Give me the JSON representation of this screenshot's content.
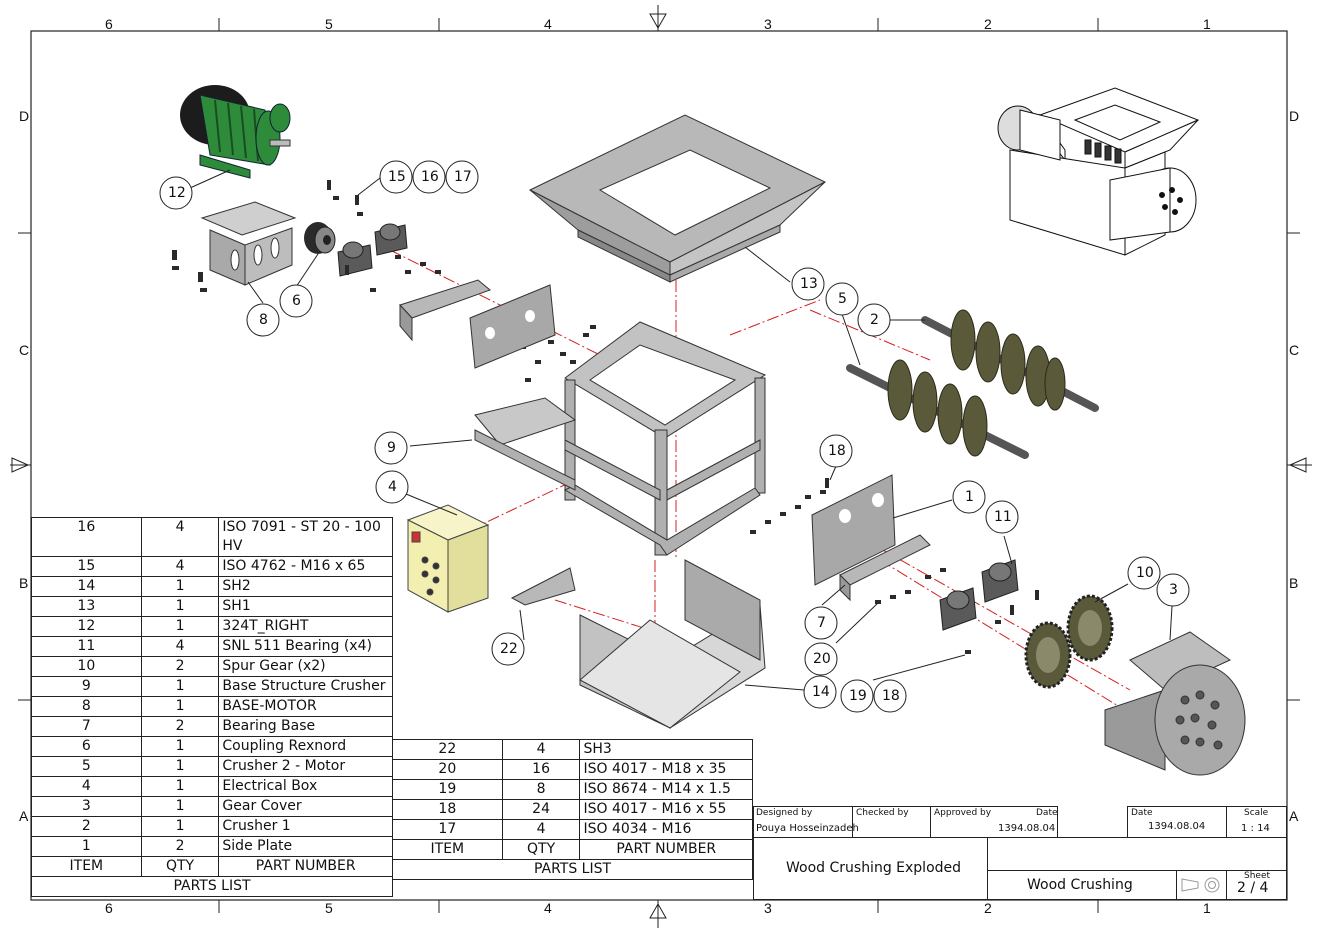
{
  "zones": {
    "columns": [
      "6",
      "5",
      "4",
      "3",
      "2",
      "1"
    ],
    "rows": [
      "D",
      "C",
      "B",
      "A"
    ]
  },
  "balloons": {
    "b12": "12",
    "b15": "15",
    "b16": "16",
    "b17": "17",
    "b8": "8",
    "b6": "6",
    "b13": "13",
    "b5": "5",
    "b2": "2",
    "b9": "9",
    "b4": "4",
    "b18a": "18",
    "b1": "1",
    "b11": "11",
    "b10": "10",
    "b3": "3",
    "b7": "7",
    "b20": "20",
    "b22": "22",
    "b14": "14",
    "b19": "19",
    "b18b": "18"
  },
  "parts_list_left": {
    "rows": [
      {
        "item": "16",
        "qty": "4",
        "part": "ISO 7091 - ST 20 - 100",
        "part2": "HV"
      },
      {
        "item": "15",
        "qty": "4",
        "part": "ISO 4762 - M16 x 65"
      },
      {
        "item": "14",
        "qty": "1",
        "part": "SH2"
      },
      {
        "item": "13",
        "qty": "1",
        "part": "SH1"
      },
      {
        "item": "12",
        "qty": "1",
        "part": "324T_RIGHT"
      },
      {
        "item": "11",
        "qty": "4",
        "part": "SNL 511 Bearing (x4)"
      },
      {
        "item": "10",
        "qty": "2",
        "part": "Spur Gear (x2)"
      },
      {
        "item": "9",
        "qty": "1",
        "part": "Base Structure Crusher"
      },
      {
        "item": "8",
        "qty": "1",
        "part": "BASE-MOTOR"
      },
      {
        "item": "7",
        "qty": "2",
        "part": "Bearing Base"
      },
      {
        "item": "6",
        "qty": "1",
        "part": "Coupling Rexnord"
      },
      {
        "item": "5",
        "qty": "1",
        "part": "Crusher 2 - Motor"
      },
      {
        "item": "4",
        "qty": "1",
        "part": "Electrical Box"
      },
      {
        "item": "3",
        "qty": "1",
        "part": "Gear Cover"
      },
      {
        "item": "2",
        "qty": "1",
        "part": "Crusher 1"
      },
      {
        "item": "1",
        "qty": "2",
        "part": "Side Plate"
      }
    ],
    "header": {
      "item": "ITEM",
      "qty": "QTY",
      "part": "PART NUMBER"
    },
    "footer": "PARTS LIST"
  },
  "parts_list_right": {
    "rows": [
      {
        "item": "22",
        "qty": "4",
        "part": "SH3"
      },
      {
        "item": "20",
        "qty": "16",
        "part": "ISO 4017 - M18 x 35"
      },
      {
        "item": "19",
        "qty": "8",
        "part": "ISO 8674 - M14 x 1.5"
      },
      {
        "item": "18",
        "qty": "24",
        "part": "ISO 4017 - M16 x 55"
      },
      {
        "item": "17",
        "qty": "4",
        "part": "ISO 4034 - M16"
      }
    ],
    "header": {
      "item": "ITEM",
      "qty": "QTY",
      "part": "PART NUMBER"
    },
    "footer": "PARTS LIST"
  },
  "title_block": {
    "designed_by_label": "Designed by",
    "designed_by": "Pouya Hosseinzadeh",
    "checked_by_label": "Checked by",
    "approved_by_label": "Approved by",
    "date_label": "Date",
    "date1": "1394.08.04",
    "date_label2": "Date",
    "date2": "1394.08.04",
    "scale_label": "Scale",
    "scale": "1 : 14",
    "title": "Wood Crushing Exploded",
    "subtitle": "Wood Crushing",
    "sheet_label": "Sheet",
    "sheet": "2 / 4"
  },
  "colors": {
    "motor_green": "#2e8b3a",
    "steel_gray": "#9a9a9a",
    "gear_olive": "#5a5a3a",
    "box_yellow": "#f2efb0",
    "centerline_red": "#d42020"
  }
}
